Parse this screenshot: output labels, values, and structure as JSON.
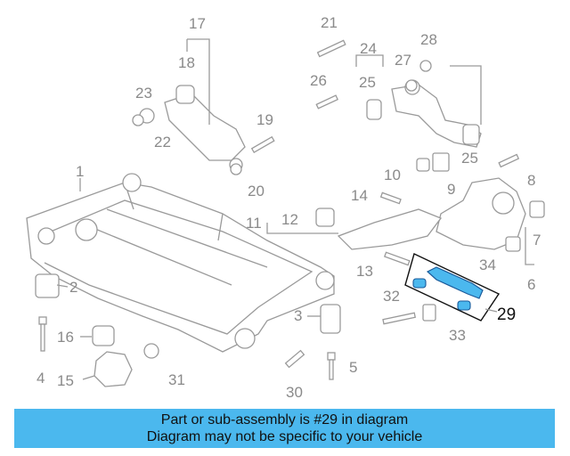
{
  "diagram": {
    "callouts": [
      "1",
      "2",
      "3",
      "4",
      "5",
      "6",
      "7",
      "8",
      "9",
      "10",
      "11",
      "12",
      "13",
      "14",
      "15",
      "16",
      "17",
      "18",
      "19",
      "20",
      "21",
      "22",
      "23",
      "24",
      "25",
      "25",
      "26",
      "27",
      "28",
      "29",
      "30",
      "31",
      "32",
      "33",
      "34"
    ],
    "highlight_color": "#4bb8ee"
  },
  "banner": {
    "line1": "Part or sub-assembly is #29 in diagram",
    "line2": "Diagram may not be specific to your vehicle",
    "background": "#4bb8ee"
  }
}
